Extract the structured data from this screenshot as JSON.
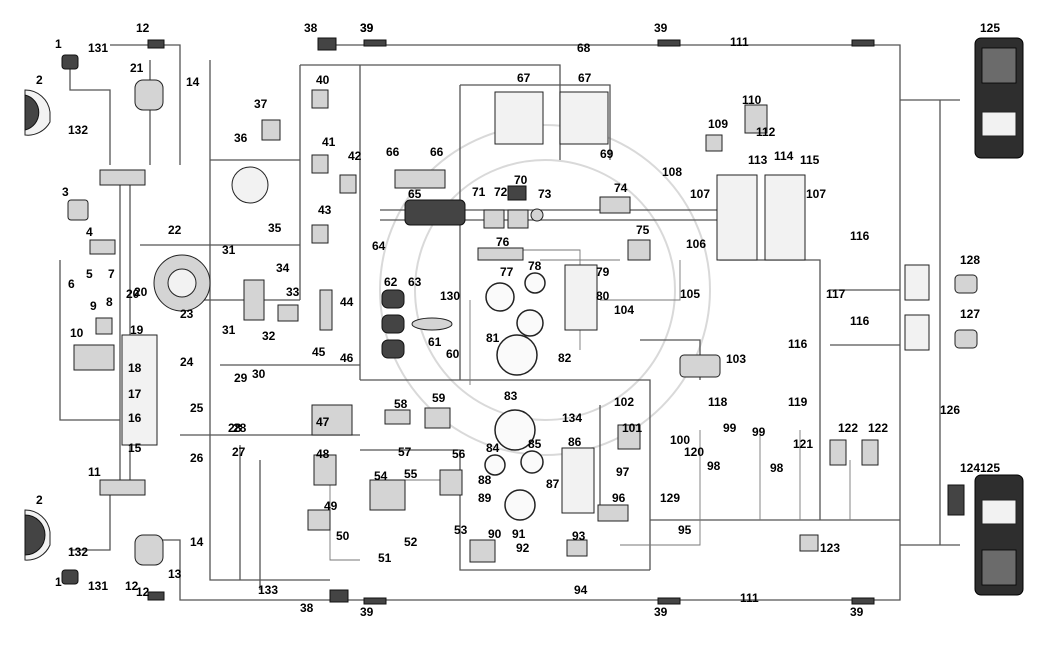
{
  "labels": [
    {
      "text": "1"
    },
    {
      "text": "131"
    },
    {
      "text": "2"
    },
    {
      "text": "132"
    },
    {
      "text": "12"
    },
    {
      "text": "21"
    },
    {
      "text": "14"
    },
    {
      "text": "3"
    },
    {
      "text": "4"
    },
    {
      "text": "5"
    },
    {
      "text": "7"
    },
    {
      "text": "6"
    },
    {
      "text": "8"
    },
    {
      "text": "9"
    },
    {
      "text": "10"
    },
    {
      "text": "19"
    },
    {
      "text": "18"
    },
    {
      "text": "17"
    },
    {
      "text": "16"
    },
    {
      "text": "15"
    },
    {
      "text": "11"
    },
    {
      "text": "2"
    },
    {
      "text": "132"
    },
    {
      "text": "1"
    },
    {
      "text": "131"
    },
    {
      "text": "12"
    },
    {
      "text": "14"
    },
    {
      "text": "13"
    },
    {
      "text": "22"
    },
    {
      "text": "20"
    },
    {
      "text": "23"
    },
    {
      "text": "24"
    },
    {
      "text": "25"
    },
    {
      "text": "26"
    },
    {
      "text": "27"
    },
    {
      "text": "28"
    },
    {
      "text": "29"
    },
    {
      "text": "30"
    },
    {
      "text": "31"
    },
    {
      "text": "31"
    },
    {
      "text": "32"
    },
    {
      "text": "33"
    },
    {
      "text": "34"
    },
    {
      "text": "35"
    },
    {
      "text": "36"
    },
    {
      "text": "37"
    },
    {
      "text": "38"
    },
    {
      "text": "39"
    },
    {
      "text": "40"
    },
    {
      "text": "41"
    },
    {
      "text": "42"
    },
    {
      "text": "43"
    },
    {
      "text": "44"
    },
    {
      "text": "45"
    },
    {
      "text": "46"
    },
    {
      "text": "47"
    },
    {
      "text": "48"
    },
    {
      "text": "49"
    },
    {
      "text": "50"
    },
    {
      "text": "51"
    },
    {
      "text": "52"
    },
    {
      "text": "53"
    },
    {
      "text": "54"
    },
    {
      "text": "55"
    },
    {
      "text": "56"
    },
    {
      "text": "57"
    },
    {
      "text": "58"
    },
    {
      "text": "59"
    },
    {
      "text": "60"
    },
    {
      "text": "61"
    },
    {
      "text": "62"
    },
    {
      "text": "63"
    },
    {
      "text": "130"
    },
    {
      "text": "64"
    },
    {
      "text": "65"
    },
    {
      "text": "66"
    },
    {
      "text": "66"
    },
    {
      "text": "67"
    },
    {
      "text": "67"
    },
    {
      "text": "68"
    },
    {
      "text": "69"
    },
    {
      "text": "70"
    },
    {
      "text": "71"
    },
    {
      "text": "72"
    },
    {
      "text": "73"
    },
    {
      "text": "74"
    },
    {
      "text": "75"
    },
    {
      "text": "76"
    },
    {
      "text": "77"
    },
    {
      "text": "78"
    },
    {
      "text": "79"
    },
    {
      "text": "80"
    },
    {
      "text": "81"
    },
    {
      "text": "82"
    },
    {
      "text": "83"
    },
    {
      "text": "84"
    },
    {
      "text": "85"
    },
    {
      "text": "86"
    },
    {
      "text": "87"
    },
    {
      "text": "88"
    },
    {
      "text": "89"
    },
    {
      "text": "90"
    },
    {
      "text": "91"
    },
    {
      "text": "92"
    },
    {
      "text": "93"
    },
    {
      "text": "94"
    },
    {
      "text": "95"
    },
    {
      "text": "96"
    },
    {
      "text": "97"
    },
    {
      "text": "98"
    },
    {
      "text": "98"
    },
    {
      "text": "99"
    },
    {
      "text": "99"
    },
    {
      "text": "100"
    },
    {
      "text": "101"
    },
    {
      "text": "102"
    },
    {
      "text": "103"
    },
    {
      "text": "104"
    },
    {
      "text": "105"
    },
    {
      "text": "106"
    },
    {
      "text": "107"
    },
    {
      "text": "107"
    },
    {
      "text": "108"
    },
    {
      "text": "109"
    },
    {
      "text": "110"
    },
    {
      "text": "111"
    },
    {
      "text": "111"
    },
    {
      "text": "112"
    },
    {
      "text": "113"
    },
    {
      "text": "114"
    },
    {
      "text": "115"
    },
    {
      "text": "116"
    },
    {
      "text": "116"
    },
    {
      "text": "116"
    },
    {
      "text": "117"
    },
    {
      "text": "118"
    },
    {
      "text": "119"
    },
    {
      "text": "120"
    },
    {
      "text": "121"
    },
    {
      "text": "122"
    },
    {
      "text": "122"
    },
    {
      "text": "123"
    },
    {
      "text": "124"
    },
    {
      "text": "125"
    },
    {
      "text": "125"
    },
    {
      "text": "126"
    },
    {
      "text": "127"
    },
    {
      "text": "128"
    },
    {
      "text": "129"
    },
    {
      "text": "133"
    },
    {
      "text": "134"
    },
    {
      "text": "38"
    },
    {
      "text": "39"
    },
    {
      "text": "39"
    },
    {
      "text": "39"
    },
    {
      "text": "39"
    },
    {
      "text": "39"
    },
    {
      "text": "12"
    },
    {
      "text": "20"
    },
    {
      "text": "28"
    }
  ],
  "colors": {
    "background": "#ffffff",
    "wire": "#555555",
    "component": "#d4d4d4",
    "label": "#000000",
    "watermark": "#cfcfcf"
  }
}
